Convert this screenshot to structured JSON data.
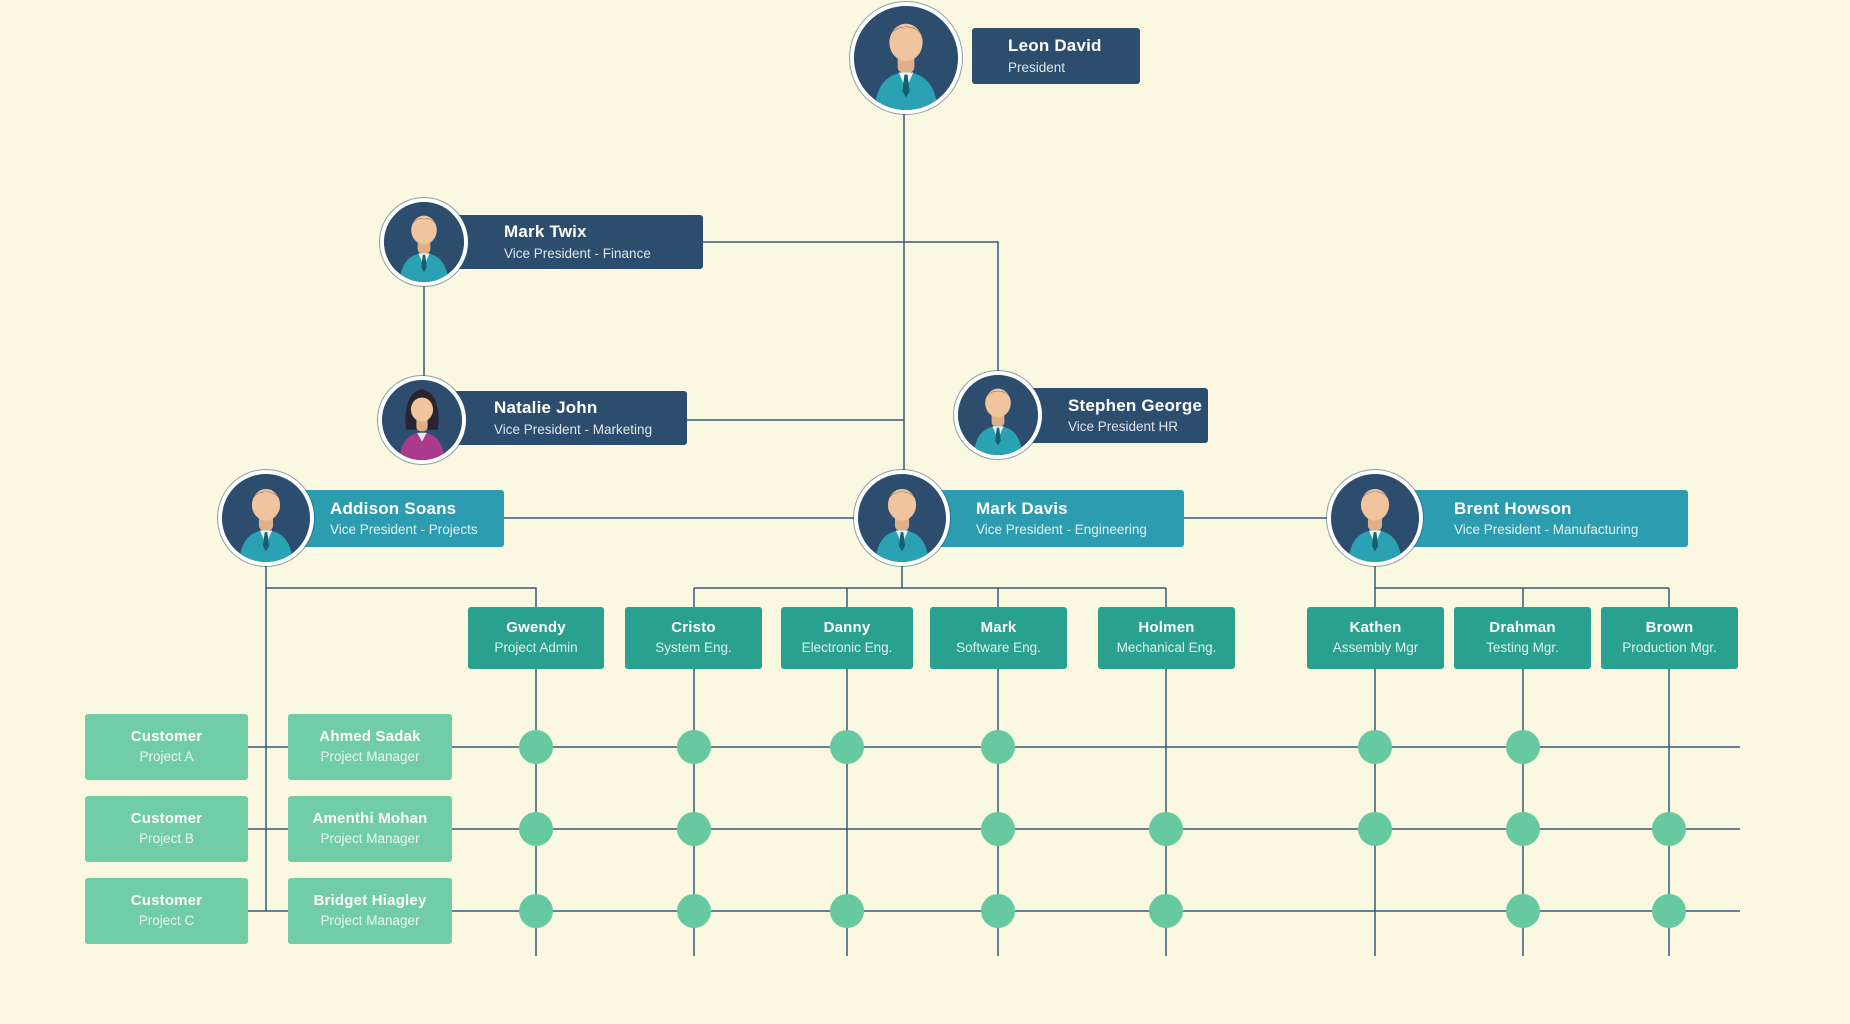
{
  "colors": {
    "background": "#faf8e1",
    "navy_box": "#2c4d6e",
    "teal_box": "#2c9db1",
    "green_box": "#2aa08f",
    "mint_box": "#70cda6",
    "dot": "#66c9a0",
    "connector": "#35587c"
  },
  "executives": [
    {
      "name": "Leon David",
      "title": "President",
      "avatar": "male-avatar"
    },
    {
      "name": "Mark Twix",
      "title": "Vice President - Finance",
      "avatar": "male-avatar"
    },
    {
      "name": "Natalie John",
      "title": "Vice President - Marketing",
      "avatar": "female-avatar"
    },
    {
      "name": "Stephen George",
      "title": "Vice President HR",
      "avatar": "male-avatar"
    },
    {
      "name": "Addison Soans",
      "title": "Vice President - Projects",
      "avatar": "male-avatar"
    },
    {
      "name": "Mark Davis",
      "title": "Vice President - Engineering",
      "avatar": "male-avatar"
    },
    {
      "name": "Brent Howson",
      "title": "Vice President - Manufacturing",
      "avatar": "male-avatar"
    }
  ],
  "managers": [
    {
      "name": "Gwendy",
      "title": "Project Admin"
    },
    {
      "name": "Cristo",
      "title": "System Eng."
    },
    {
      "name": "Danny",
      "title": "Electronic Eng."
    },
    {
      "name": "Mark",
      "title": "Software Eng."
    },
    {
      "name": "Holmen",
      "title": "Mechanical Eng."
    },
    {
      "name": "Kathen",
      "title": "Assembly Mgr"
    },
    {
      "name": "Drahman",
      "title": "Testing Mgr."
    },
    {
      "name": "Brown",
      "title": "Production Mgr."
    }
  ],
  "customers": [
    {
      "name": "Customer",
      "title": "Project A"
    },
    {
      "name": "Customer",
      "title": "Project B"
    },
    {
      "name": "Customer",
      "title": "Project C"
    }
  ],
  "project_managers": [
    {
      "name": "Ahmed Sadak",
      "title": "Project Manager"
    },
    {
      "name": "Amenthi Mohan",
      "title": "Project Manager"
    },
    {
      "name": "Bridget Hiagley",
      "title": "Project Manager"
    }
  ],
  "assignments": {
    "columns": [
      "Gwendy",
      "Cristo",
      "Danny",
      "Mark",
      "Holmen",
      "Kathen",
      "Drahman",
      "Brown"
    ],
    "rows": [
      {
        "project_manager": "Ahmed Sadak",
        "links": [
          1,
          1,
          1,
          1,
          0,
          1,
          1,
          0
        ]
      },
      {
        "project_manager": "Amenthi Mohan",
        "links": [
          1,
          1,
          0,
          1,
          1,
          1,
          1,
          1
        ]
      },
      {
        "project_manager": "Bridget Hiagley",
        "links": [
          1,
          1,
          1,
          1,
          1,
          0,
          1,
          1
        ]
      }
    ]
  }
}
